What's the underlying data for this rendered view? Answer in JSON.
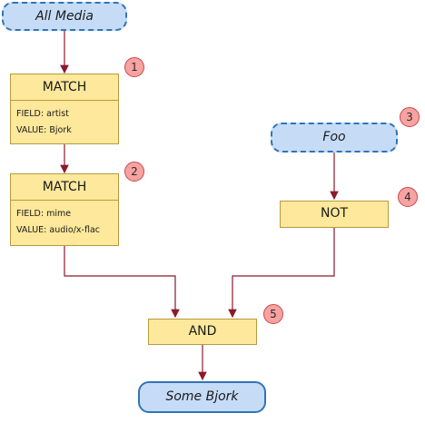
{
  "nodes": {
    "all_media": {
      "label": "All Media"
    },
    "match1": {
      "title": "MATCH",
      "field": "FIELD: artist",
      "value": "VALUE: Bjork"
    },
    "match2": {
      "title": "MATCH",
      "field": "FIELD: mime",
      "value": "VALUE: audio/x-flac"
    },
    "foo": {
      "label": "Foo"
    },
    "not": {
      "label": "NOT"
    },
    "and": {
      "label": "AND"
    },
    "some_bjork": {
      "label": "Some Bjork"
    }
  },
  "badges": [
    "1",
    "2",
    "3",
    "4",
    "5"
  ],
  "colors": {
    "arrow": "#8b1a2b",
    "operator_fill": "#fde89b",
    "source_fill": "#c6dcf6",
    "source_border": "#2f74b9",
    "badge_fill": "#f8a2a2"
  }
}
